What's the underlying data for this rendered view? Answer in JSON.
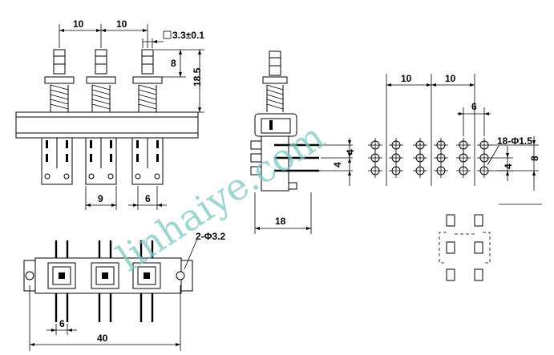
{
  "watermark": "linhaiye.com",
  "front_view": {
    "dim_pitch_1": "10",
    "dim_pitch_2": "10",
    "dim_button": "3.3±0.1",
    "dim_travel": "8",
    "dim_height": "18.5",
    "dim_pin_span": "9",
    "dim_pin_gap": "6"
  },
  "side_view": {
    "dim_depth": "18",
    "dim_row_1": "4",
    "dim_row_2": "4"
  },
  "pcb_layout": {
    "dim_pitch_1": "10",
    "dim_pitch_2": "10",
    "dim_col_gap": "6",
    "dim_holes": "18-Φ1.5",
    "dim_row": "4",
    "dim_span": "8"
  },
  "bottom_view": {
    "dim_mount_holes": "2-Φ3.2",
    "dim_pin_gap": "6",
    "dim_total": "40"
  }
}
